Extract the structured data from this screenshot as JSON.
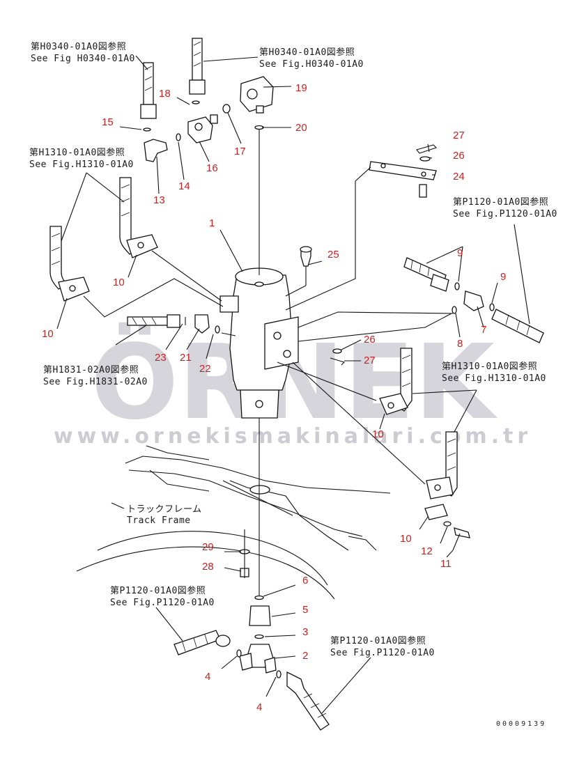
{
  "references": {
    "h0340_jp": "第H0340-01A0図参照",
    "h0340_en_a": "See Fig H0340-01A0",
    "h0340_en_b": "See Fig.H0340-01A0",
    "h1310_jp": "第H1310-01A0図参照",
    "h1310_en": "See Fig.H1310-01A0",
    "p1120_jp": "第P1120-01A0図参照",
    "p1120_en": "See Fig.P1120-01A0",
    "h1831_jp": "第H1831-02A0図参照",
    "h1831_en": "See Fig.H1831-02A0"
  },
  "track_frame": {
    "jp": "トラックフレーム",
    "en": "Track Frame"
  },
  "part_numbers": [
    "1",
    "2",
    "3",
    "4",
    "4",
    "5",
    "6",
    "7",
    "8",
    "9",
    "9",
    "10",
    "10",
    "10",
    "10",
    "11",
    "12",
    "13",
    "14",
    "15",
    "16",
    "17",
    "18",
    "19",
    "20",
    "21",
    "22",
    "23",
    "24",
    "25",
    "26",
    "26",
    "27",
    "27",
    "28",
    "29"
  ],
  "watermark": {
    "brand": "ÖRNEK",
    "url": "www.ornekismakinalari.com.tr"
  },
  "drawing_code": "00009139",
  "colors": {
    "callout": "#d21d1d",
    "line": "#111111",
    "watermark": "#c8c8cf",
    "watermark_accent": "#f0c64a"
  }
}
